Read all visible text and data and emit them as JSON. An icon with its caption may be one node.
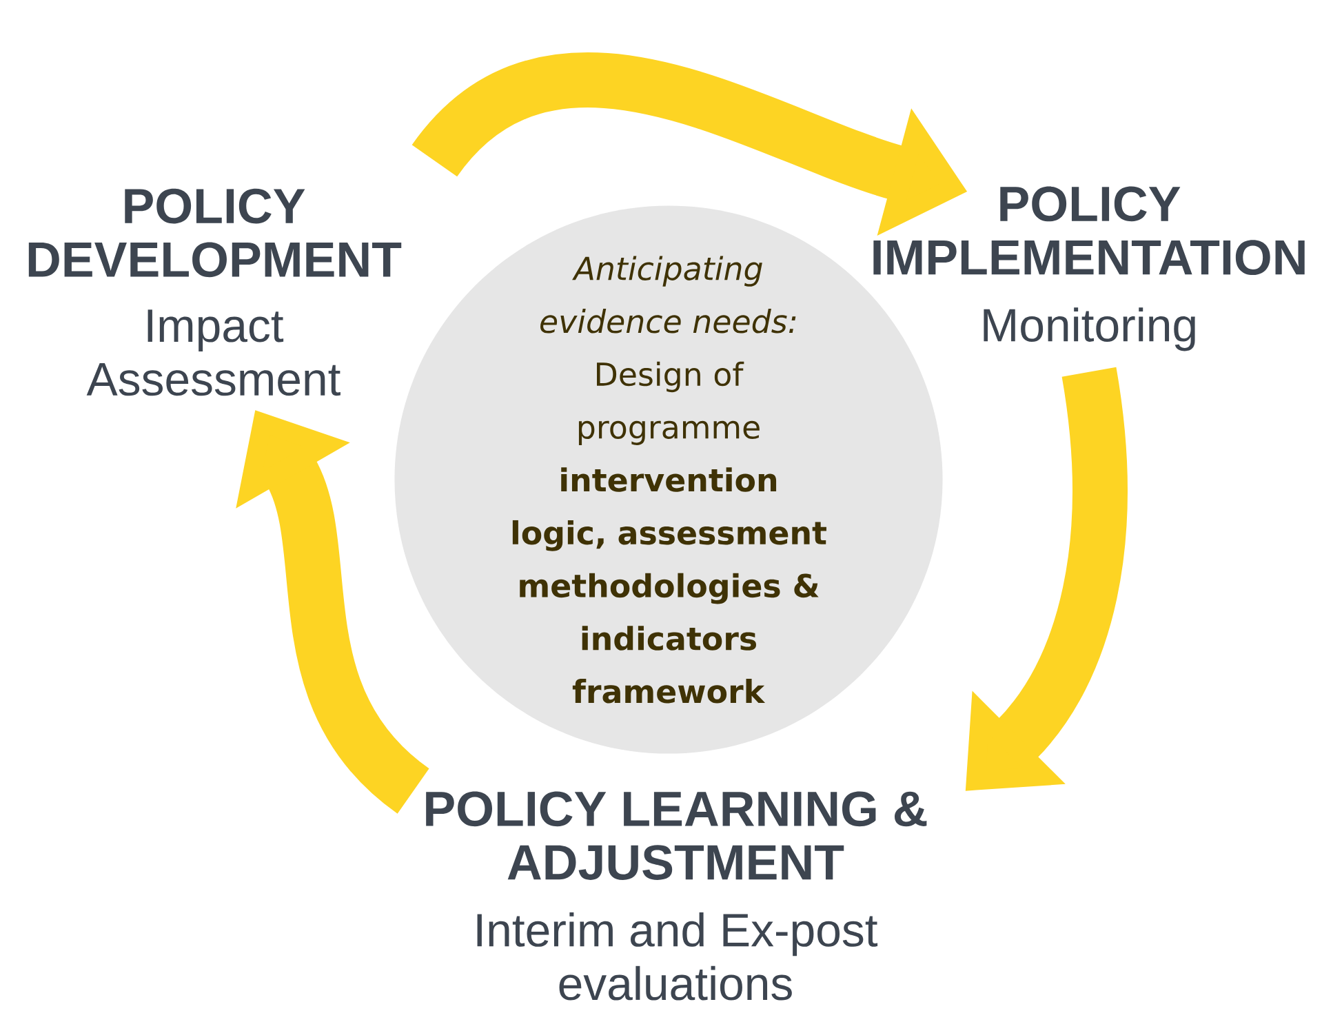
{
  "diagram": {
    "nodes": [
      {
        "text": [
          "POLICY DEVELOPMENT",
          "Impact Assessment"
        ]
      },
      {
        "text": [
          "POLICY IMPLEMENTATION",
          "Monitoring"
        ]
      },
      {
        "text": [
          "POLICY LEARNING & ADJUSTMENT",
          "Interim and Ex-post evaluations"
        ]
      },
      {
        "text": [
          "Anticipating evidence needs:",
          "Design of programme **intervention logic, assessment methodologies & indicators framework**"
        ]
      }
    ],
    "edges": [
      {
        "from": 0,
        "to": 1,
        "arrow": "to"
      },
      {
        "from": 1,
        "to": 2,
        "arrow": "to"
      },
      {
        "from": 2,
        "to": 0,
        "arrow": "to"
      }
    ]
  }
}
